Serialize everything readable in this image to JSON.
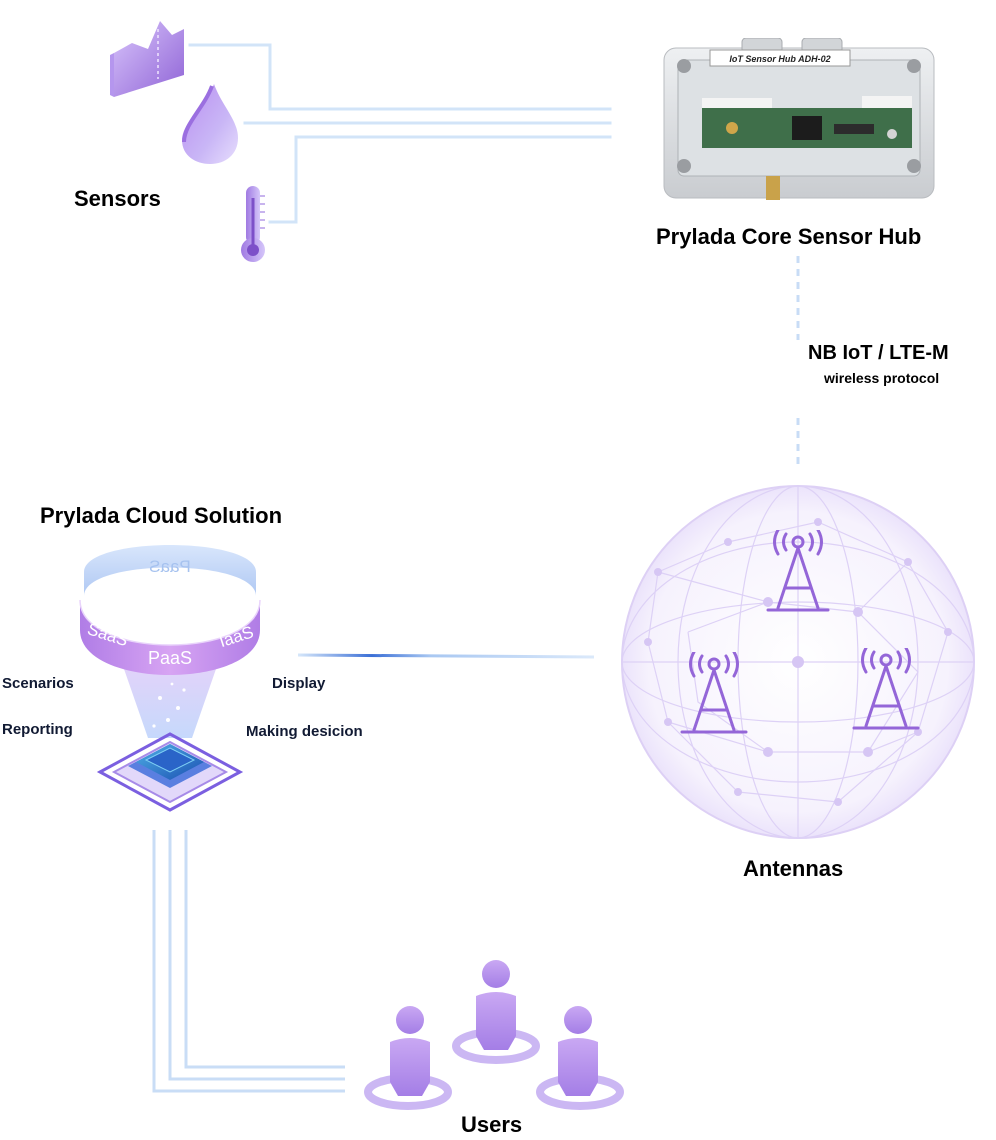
{
  "sensors": {
    "label": "Sensors",
    "icons": [
      "chart-area-icon",
      "water-drop-icon",
      "thermometer-icon"
    ]
  },
  "hub": {
    "title": "Prylada Core Sensor Hub",
    "device_label": "IoT Sensor Hub ADH-02"
  },
  "link": {
    "protocol": "NB IoT / LTE-M",
    "protocol_sub": "wireless protocol"
  },
  "cloud": {
    "title": "Prylada Cloud Solution",
    "ring_labels": [
      "SaaS",
      "PaaS",
      "IaaS"
    ],
    "ring_back_label": "PaaS",
    "features": [
      "Scenarios",
      "Reporting",
      "Display",
      "Making desicion"
    ]
  },
  "antennas": {
    "label": "Antennas",
    "icons": [
      "cell-tower-icon",
      "cell-tower-icon",
      "cell-tower-icon"
    ]
  },
  "users": {
    "label": "Users",
    "icons": [
      "user-icon",
      "user-icon",
      "user-icon"
    ]
  },
  "colors": {
    "purple": "#9a6fdc",
    "light_purple": "#c9b2f2",
    "line_light": "#cfe3f8",
    "line_blue": "#3b6fd6",
    "text_dark": "#111a33"
  }
}
